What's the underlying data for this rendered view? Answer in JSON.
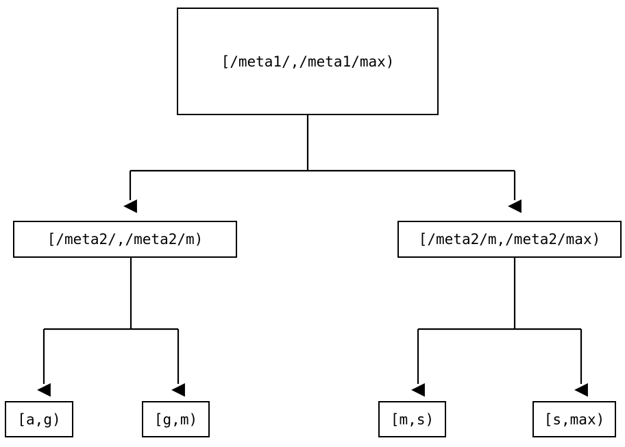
{
  "diagram": {
    "title": "interval-partition-tree",
    "background_color": "#ffffff",
    "line_color": "#000000",
    "text_color": "#000000",
    "root": {
      "label": "[/meta1/,/meta1/max)"
    },
    "level2": [
      {
        "label": "[/meta2/,/meta2/m)"
      },
      {
        "label": "[/meta2/m,/meta2/max)"
      }
    ],
    "leaves": [
      {
        "label": "[a,g)"
      },
      {
        "label": "[g,m)"
      },
      {
        "label": "[m,s)"
      },
      {
        "label": "[s,max)"
      }
    ]
  }
}
